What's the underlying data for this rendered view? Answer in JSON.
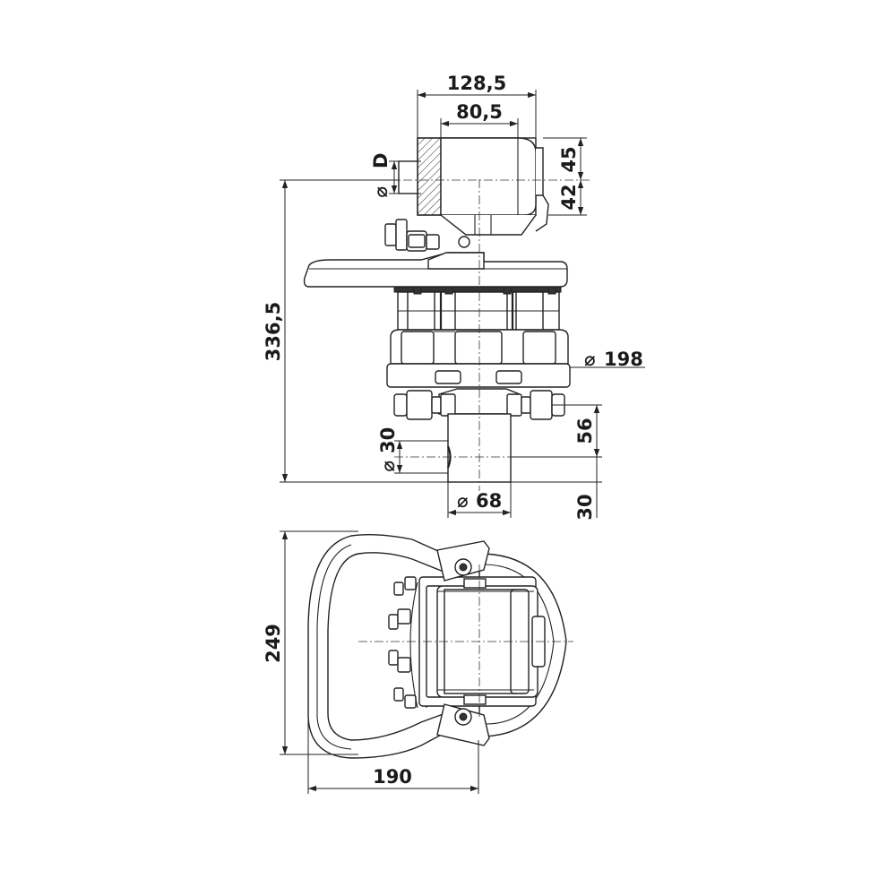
{
  "drawing": {
    "dimensions": {
      "width_top": "128,5",
      "width_inner": "80,5",
      "dia_d": "D",
      "h45": "45",
      "h42": "42",
      "total_height": "336,5",
      "dia_198": "198",
      "h56": "56",
      "dia_30": "30",
      "dia_68": "68",
      "h30": "30",
      "plan_height": "249",
      "plan_width": "190"
    },
    "symbols": {
      "diameter": "⌀"
    }
  }
}
